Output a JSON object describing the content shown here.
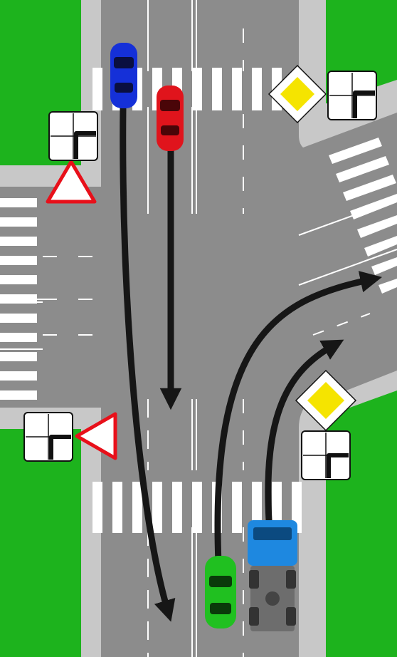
{
  "diagram": {
    "colors": {
      "grass": "#1db31d",
      "asphalt": "#8c8c8c",
      "curb": "#c8c8c8",
      "marking": "#ffffff",
      "arrow": "#161616",
      "priority_sign_fill": "#f5e400",
      "yield_sign_border": "#e8101a"
    },
    "signs": [
      {
        "name": "priority-road-sign",
        "icon": "diamond-sign-icon"
      },
      {
        "name": "priority-road-sign",
        "icon": "diamond-sign-icon"
      },
      {
        "name": "yield-sign",
        "icon": "triangle-sign-icon"
      },
      {
        "name": "yield-sign",
        "icon": "triangle-sign-icon"
      },
      {
        "name": "priority-direction-plate",
        "icon": "road-shape-icon"
      }
    ],
    "vehicles": [
      {
        "name": "blue-car",
        "color": "#1530d8"
      },
      {
        "name": "red-car",
        "color": "#e0141c"
      },
      {
        "name": "green-car",
        "color": "#20c020"
      },
      {
        "name": "blue-truck",
        "color": "#1e88e0"
      }
    ]
  }
}
